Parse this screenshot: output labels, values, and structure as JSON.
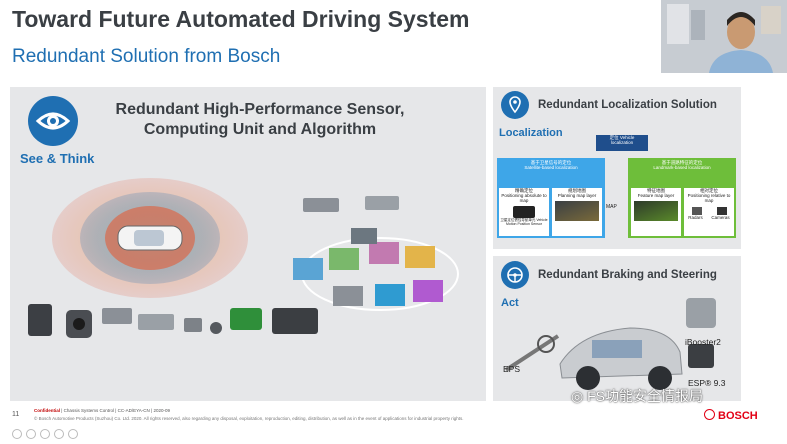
{
  "slide": {
    "title": "Toward Future Automated Driving System",
    "subtitle": "Redundant Solution from Bosch",
    "page_number": "11"
  },
  "left_panel": {
    "badge_label": "See & Think",
    "heading_line1": "Redundant High-Performance Sensor,",
    "heading_line2": "Computing Unit and Algorithm",
    "icon": "eye-icon"
  },
  "localization": {
    "heading": "Redundant Localization Solution",
    "label": "Localization",
    "icon": "map-pin-icon",
    "vehicle_localization_cn": "定位 Vehicle",
    "vehicle_localization_en": "localization",
    "satellite_cn": "基于卫星信号的定位",
    "satellite_en": "Satellite-based localization",
    "landmark_cn": "基于道路特征的定位",
    "landmark_en": "Landmark-based localization",
    "box1_cn": "精确定位",
    "box1_en": "Positioning absolute to map",
    "box2_cn": "规划地图",
    "box2_en": "Planning map layer",
    "box3_cn": "特征地图",
    "box3_en": "Feature map layer",
    "box4_cn": "相对定位",
    "box4_en": "Positioning relative to map",
    "box1_caption": "卫星定位惯性导航单元 Vehicle Motion Position Sensor",
    "map_label": "MAP",
    "radar_label": "Radars",
    "camera_label": "Cameras"
  },
  "braking": {
    "heading": "Redundant Braking and Steering",
    "label": "Act",
    "icon": "steering-wheel-icon",
    "eps": "EPS",
    "ibooster": "iBooster2",
    "esp": "ESP® 9.3"
  },
  "footer": {
    "confidential": "Confidential",
    "line1": "| Chassis Systems Control | CC-AD/EYA-CN | 2020-09",
    "line2": "© Bosch Automotive Products (Suzhou) Co. Ltd. 2020. All rights reserved, also regarding any disposal, exploitation, reproduction, editing, distribution, as well as in the event of applications for industrial property rights.",
    "watermark": "FS功能安全情报局",
    "brand": "BOSCH"
  },
  "colors": {
    "title": "#3a3f44",
    "accent_blue": "#1f6fb2",
    "panel_gray": "#e6e7e9",
    "satellite_blue": "#3ea6e8",
    "landmark_green": "#6ebe3a",
    "bosch_red": "#e20015"
  }
}
